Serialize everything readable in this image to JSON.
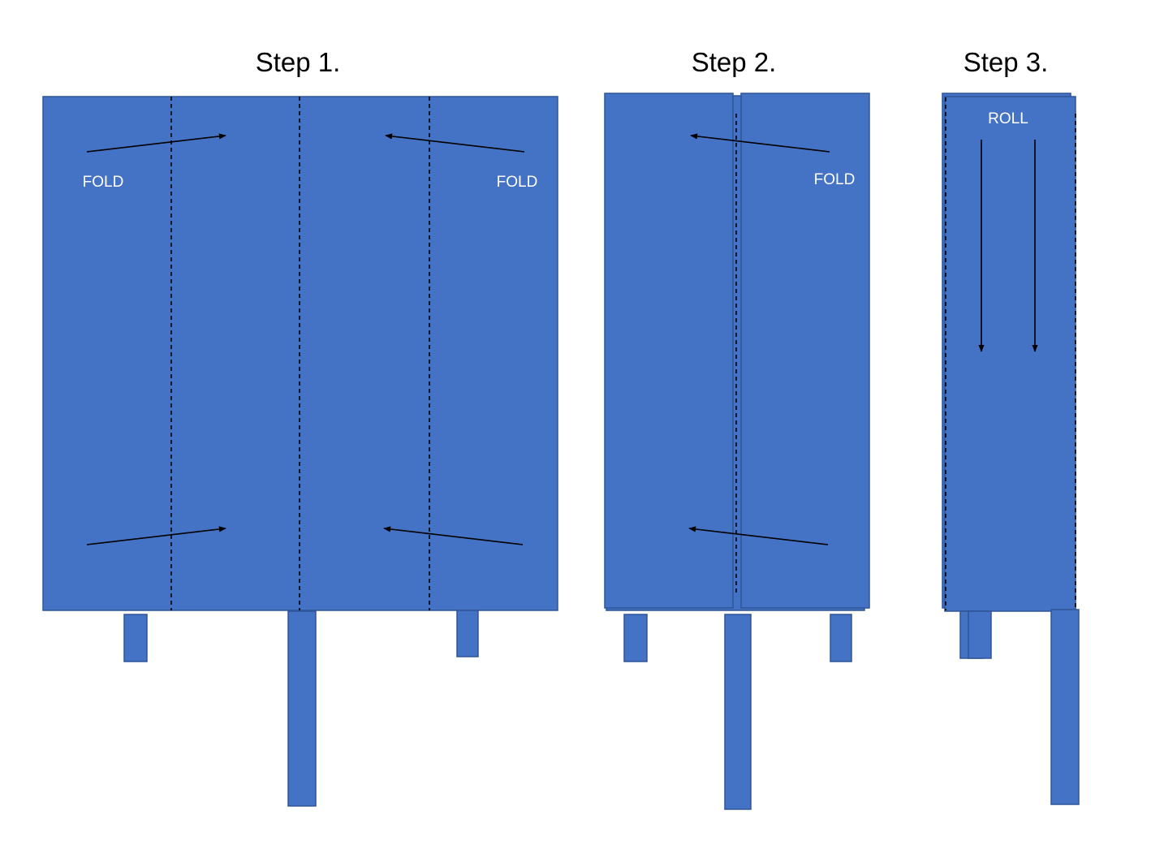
{
  "colors": {
    "panel_fill": "#4472c4",
    "panel_stroke": "#2f5597",
    "line": "#000000",
    "label_text": "#ffffff",
    "background": "#ffffff"
  },
  "steps": [
    {
      "title": "Step 1.",
      "labels": [
        "FOLD",
        "FOLD"
      ]
    },
    {
      "title": "Step 2.",
      "labels": [
        "FOLD"
      ]
    },
    {
      "title": "Step 3.",
      "labels": [
        "ROLL"
      ]
    }
  ]
}
